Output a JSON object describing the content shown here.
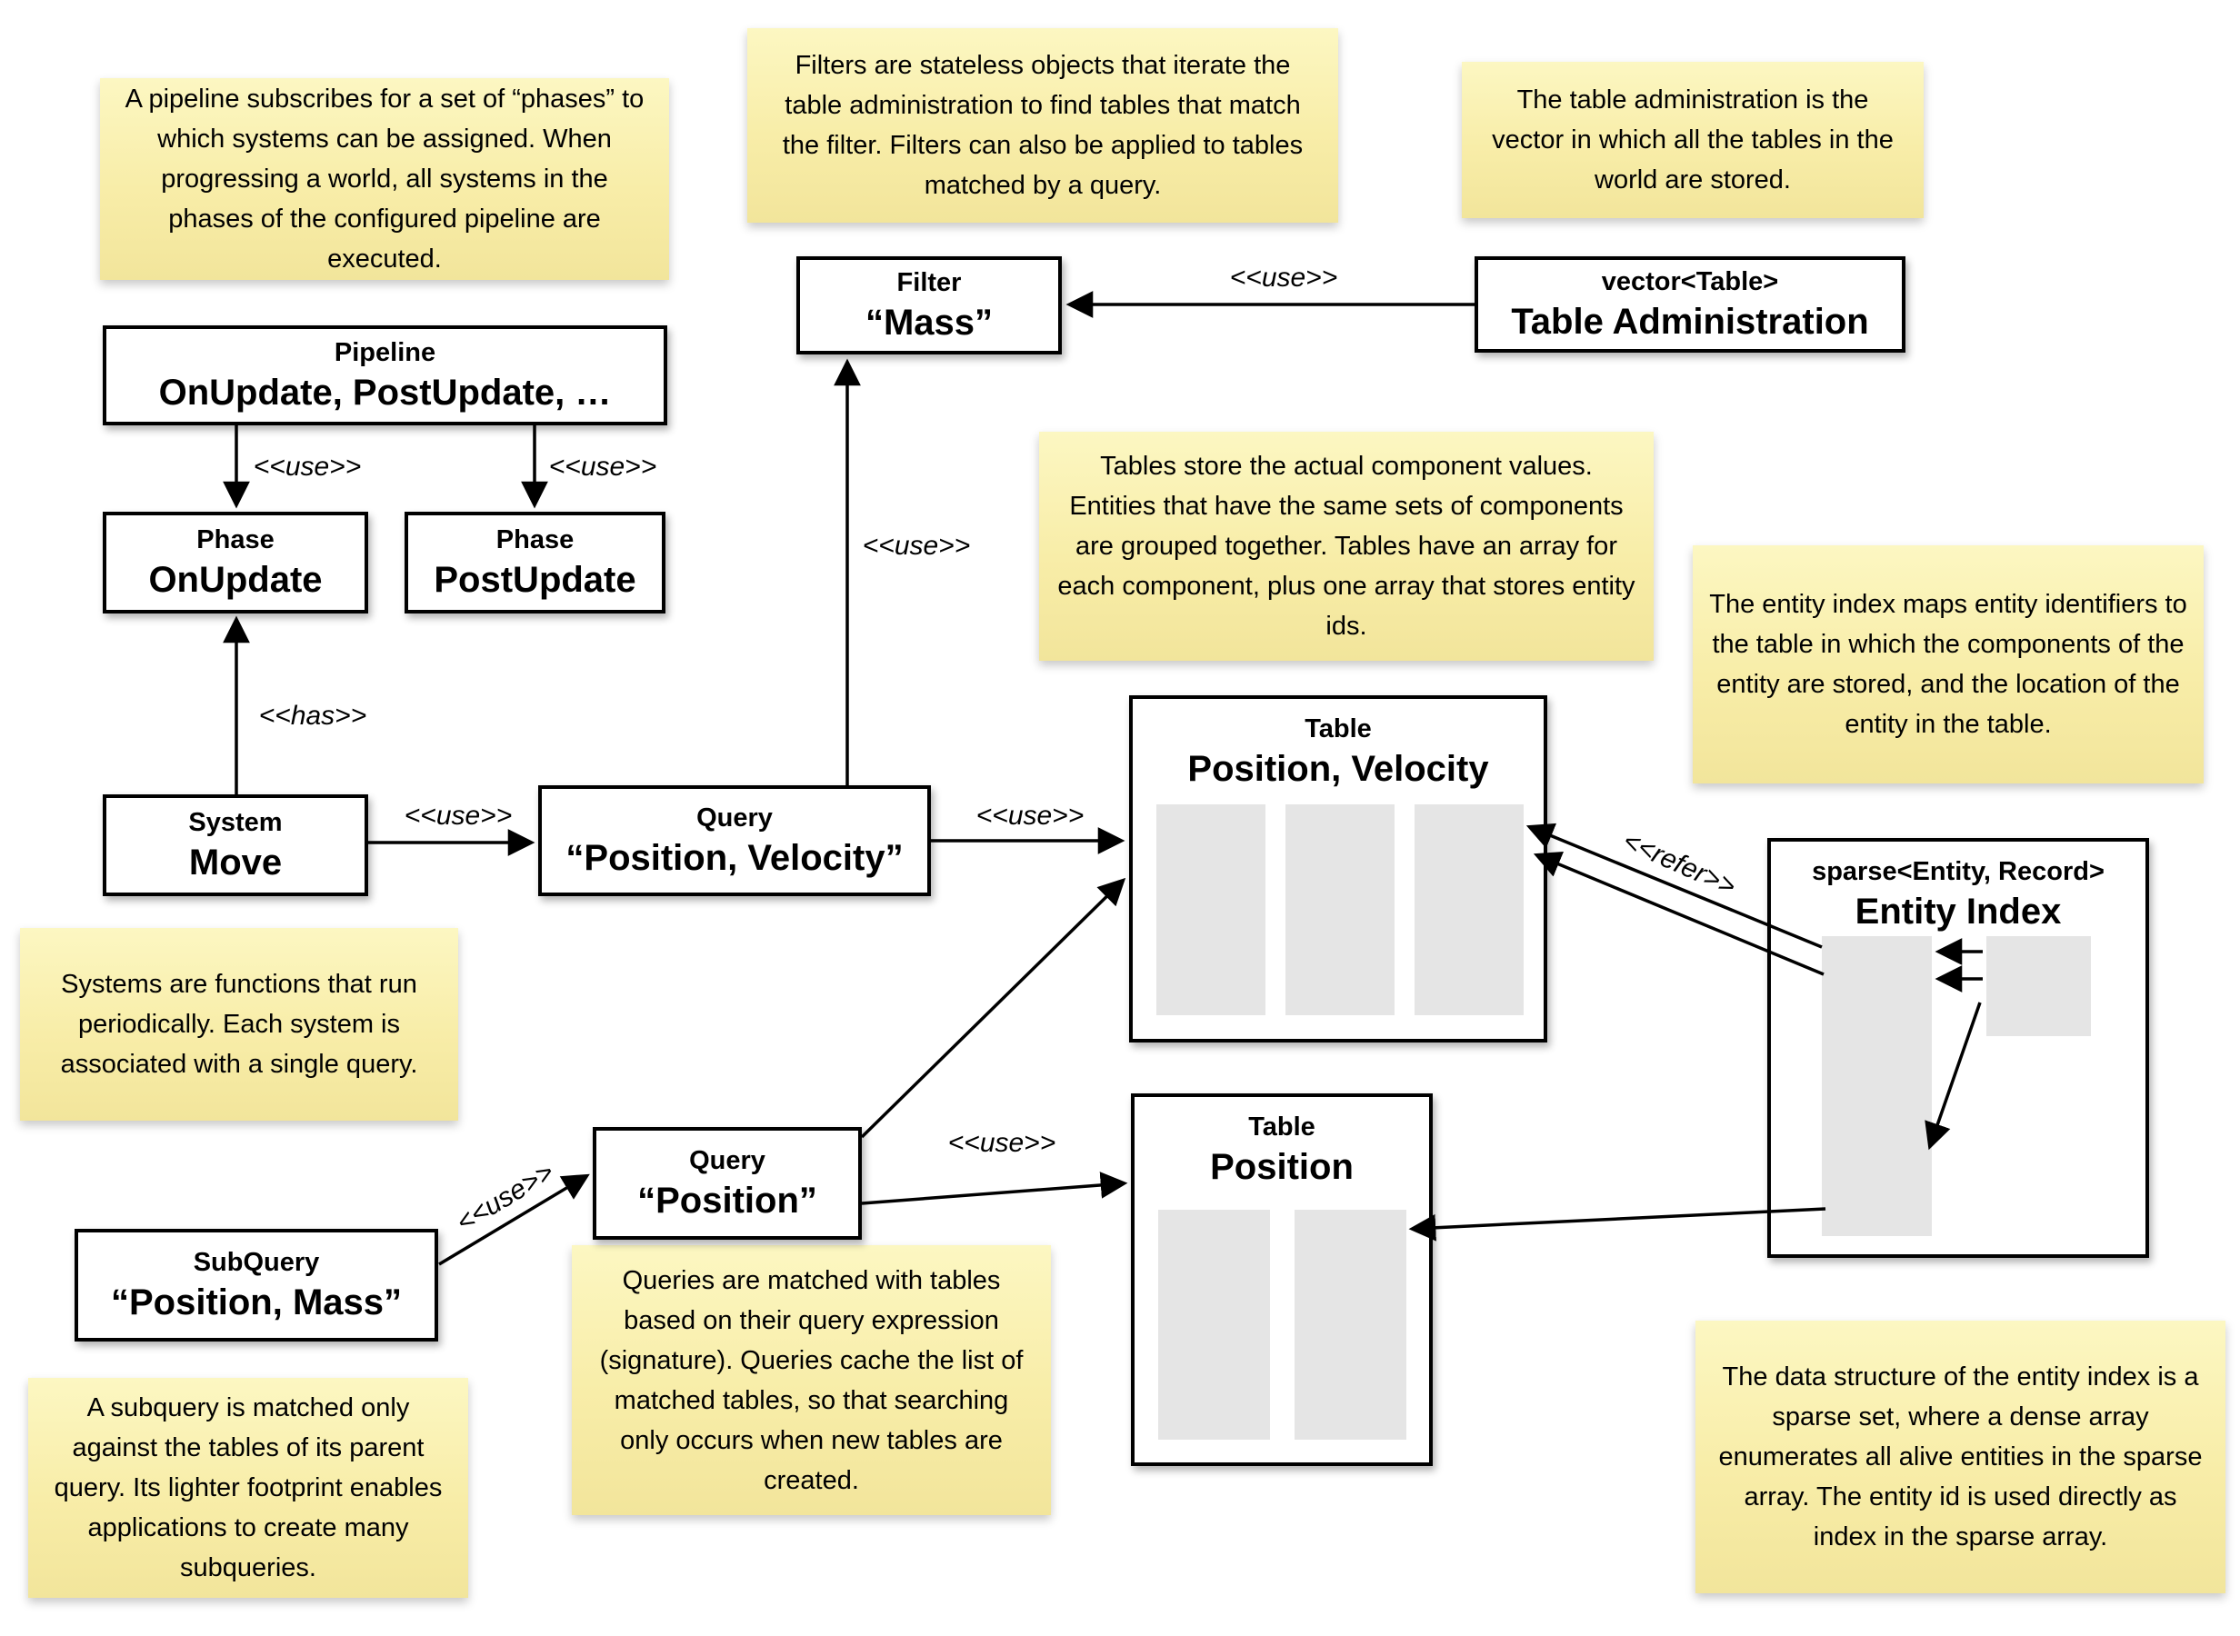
{
  "colors": {
    "note_bg_top": "#fcf7c2",
    "note_bg_bottom": "#f2e59b",
    "box_border": "#000000",
    "box_bg": "#ffffff",
    "array_fill": "#e5e5e5",
    "canvas_bg": "#ffffff"
  },
  "notes": {
    "pipeline": {
      "text": "A pipeline subscribes for a set of “phases” to which systems can be assigned. When progressing a world, all systems in the phases of the configured pipeline are executed."
    },
    "filters": {
      "text": "Filters are stateless objects that iterate the table administration to find tables that match the filter. Filters can also be applied to tables matched by a query."
    },
    "table_admin": {
      "text": "The table administration is the vector in which all the tables in the world are stored."
    },
    "tables": {
      "text": "Tables store the actual component values. Entities that have the same sets of components are grouped together. Tables have an array for each component, plus one array that stores entity ids."
    },
    "entity_index": {
      "text": "The entity index maps entity identifiers to the table in which the components of the entity are stored, and the location of the entity in the table."
    },
    "systems": {
      "text": "Systems are functions that run periodically. Each system is associated with a single query."
    },
    "subquery": {
      "text": "A subquery is matched only against the tables of its parent query. Its lighter footprint enables applications to create many subqueries."
    },
    "queries": {
      "text": "Queries are matched with tables based on their query expression (signature). Queries cache the list of matched tables, so that searching only occurs when new tables are created."
    },
    "sparse_set": {
      "text": "The data structure of the entity index is a sparse set, where a dense array enumerates all alive entities in the sparse array. The entity id is used directly as index in the sparse array."
    }
  },
  "boxes": {
    "pipeline": {
      "stereotype": "Pipeline",
      "name": "OnUpdate, PostUpdate, …"
    },
    "phase_onupdate": {
      "stereotype": "Phase",
      "name": "OnUpdate"
    },
    "phase_postupdate": {
      "stereotype": "Phase",
      "name": "PostUpdate"
    },
    "system_move": {
      "stereotype": "System",
      "name": "Move"
    },
    "query_position_velocity": {
      "stereotype": "Query",
      "name": "“Position, Velocity”"
    },
    "filter_mass": {
      "stereotype": "Filter",
      "name": "“Mass”"
    },
    "table_administration": {
      "stereotype": "vector<Table>",
      "name": "Table Administration"
    },
    "table_position_velocity": {
      "stereotype": "Table",
      "name": "Position, Velocity"
    },
    "table_position": {
      "stereotype": "Table",
      "name": "Position"
    },
    "entity_index": {
      "stereotype": "sparse<Entity, Record>",
      "name": "Entity Index"
    },
    "query_position": {
      "stereotype": "Query",
      "name": "“Position”"
    },
    "subquery": {
      "stereotype": "SubQuery",
      "name": "“Position, Mass”"
    }
  },
  "edge_labels": {
    "pipeline_to_onupdate": "<<use>>",
    "pipeline_to_postupdate": "<<use>>",
    "move_to_onupdate": "<<has>>",
    "move_to_query": "<<use>>",
    "query_pv_to_filter": "<<use>>",
    "table_admin_to_filter": "<<use>>",
    "query_pv_to_table_pv": "<<use>>",
    "query_pos_to_table_pos": "<<use>>",
    "subquery_to_query_pos": "<<use>>",
    "entity_index_to_table_pv": "<<refer>>"
  }
}
